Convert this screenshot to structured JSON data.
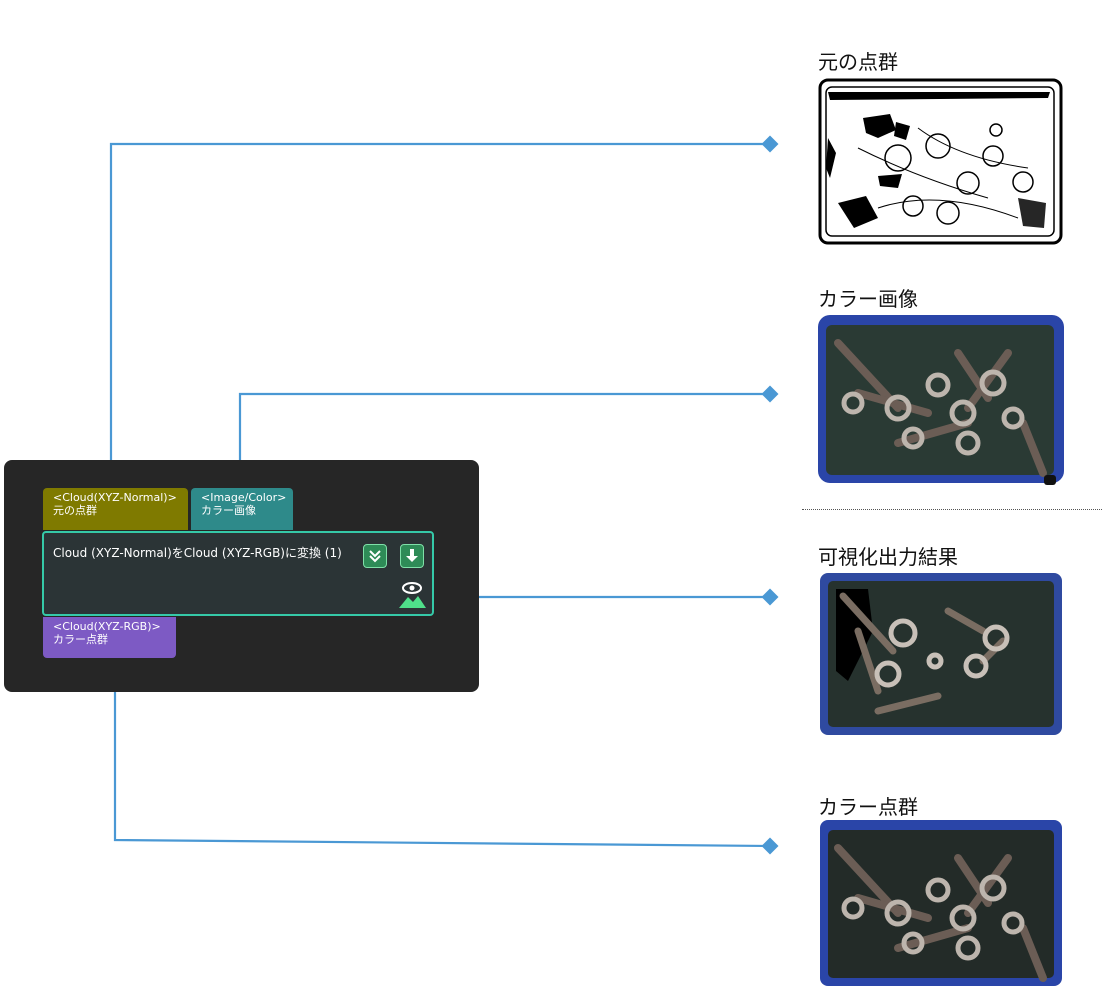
{
  "node": {
    "title": "Cloud (XYZ-Normal)をCloud (XYZ-RGB)に変換 (1)",
    "inputs": [
      {
        "type": "<Cloud(XYZ-Normal)>",
        "name": "元の点群",
        "color": "#7f7a00"
      },
      {
        "type": "<Image/Color>",
        "name": "カラー画像",
        "color": "#2e8a8a"
      }
    ],
    "output": {
      "type": "<Cloud(XYZ-RGB)>",
      "name": "カラー点群",
      "color": "#7d5ac4"
    },
    "buttons": {
      "collapse_icon": "double-chevron-down-icon",
      "download_icon": "arrow-down-icon"
    },
    "visualize_icon": "eye-person-icon",
    "colors": {
      "node_bg": "#262626",
      "accent": "#35c9a8",
      "wire": "#4a98d4"
    }
  },
  "previews": [
    {
      "label": "元の点群",
      "kind": "point-cloud-mask"
    },
    {
      "label": "カラー画像",
      "kind": "color-image"
    },
    {
      "label": "可視化出力結果",
      "kind": "visualization"
    },
    {
      "label": "カラー点群",
      "kind": "colored-point-cloud"
    }
  ]
}
